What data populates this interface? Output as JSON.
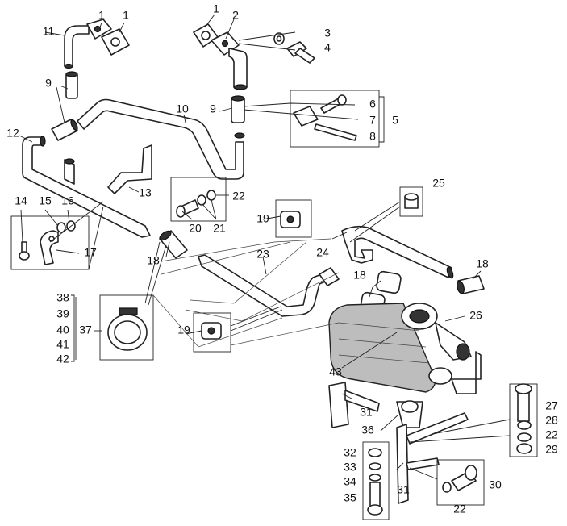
{
  "labels": {
    "l1a": "1",
    "l1b": "1",
    "l11": "11",
    "l9a": "9",
    "l1c": "1",
    "l2": "2",
    "l3": "3",
    "l4": "4",
    "l9b": "9",
    "l10": "10",
    "l6": "6",
    "l7": "7",
    "l5": "5",
    "l8": "8",
    "l12": "12",
    "l13": "13",
    "l22a": "22",
    "l25": "25",
    "l14": "14",
    "l15": "15",
    "l16": "16",
    "l17": "17",
    "l19a": "19",
    "l20": "20",
    "l21": "21",
    "l24": "24",
    "l18a": "18",
    "l23": "23",
    "l18b": "18",
    "l18c": "18",
    "l38": "38",
    "l39": "39",
    "l40": "40",
    "l37": "37",
    "l41": "41",
    "l42": "42",
    "l19b": "19",
    "l26": "26",
    "l43": "43",
    "l31a": "31",
    "l27": "27",
    "l28": "28",
    "l22b": "22",
    "l29": "29",
    "l36": "36",
    "l32": "32",
    "l33": "33",
    "l34": "34",
    "l30": "30",
    "l31b": "31",
    "l35": "35",
    "l22c": "22"
  }
}
